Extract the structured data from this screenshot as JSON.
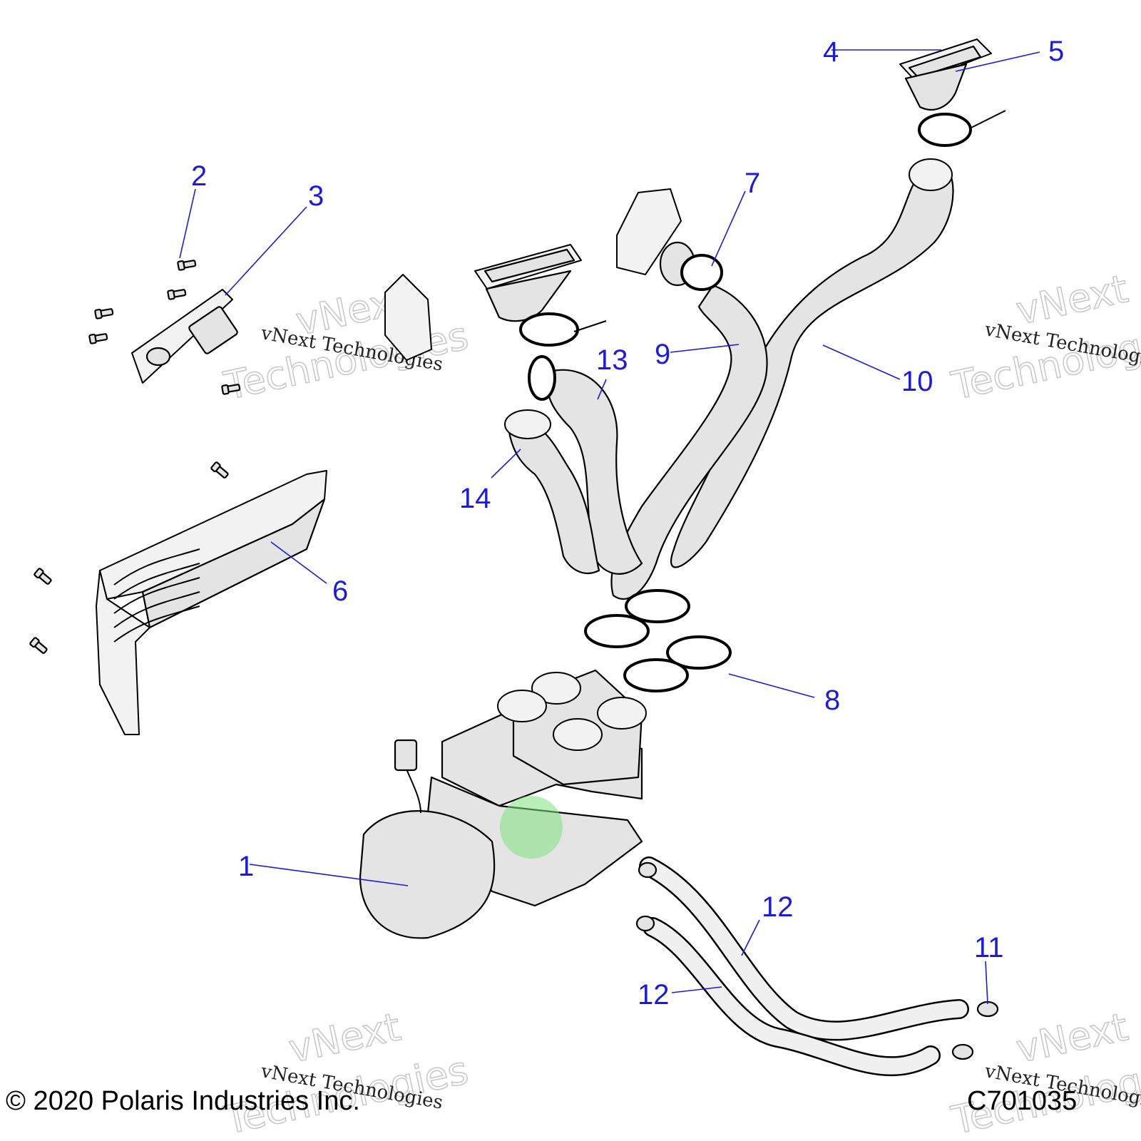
{
  "watermark": {
    "line1": "vNext Technologies",
    "big1": "vNext",
    "big2": "Technologies"
  },
  "callouts": [
    "1",
    "2",
    "3",
    "4",
    "5",
    "6",
    "7",
    "8",
    "9",
    "10",
    "11",
    "12",
    "12",
    "13",
    "14"
  ],
  "footer": {
    "copyright": "© 2020 Polaris Industries Inc.",
    "code": "C701035"
  },
  "colors": {
    "callout": "#1a1ae0",
    "part_fill": "#e4e4e4",
    "highlight": "#7ee07e"
  }
}
